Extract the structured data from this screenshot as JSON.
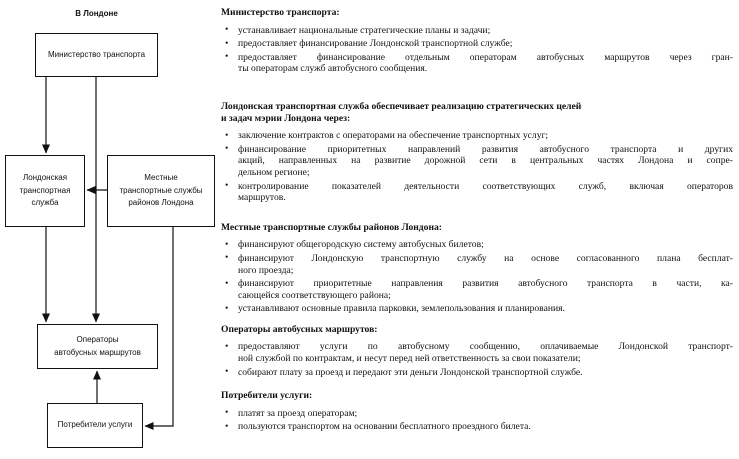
{
  "ui": {
    "bullet_char": "•"
  },
  "colors": {
    "ink": "#111111",
    "background": "#ffffff"
  },
  "diagram": {
    "title": "В Лондоне",
    "nodes": {
      "ministry": {
        "lines": [
          "Министерство транспорта"
        ]
      },
      "lts": {
        "lines": [
          "Лондонская",
          "транспортная",
          "служба"
        ]
      },
      "local": {
        "lines": [
          "Местные",
          "транспортные службы",
          "районов Лондона"
        ]
      },
      "operators": {
        "lines": [
          "Операторы",
          "автобусных маршрутов"
        ]
      },
      "consumers": {
        "lines": [
          "Потребители услуги"
        ]
      }
    }
  },
  "sections": [
    {
      "heading_lines": [
        "Министерство транспорта:"
      ],
      "bullets": [
        {
          "lines": [
            "устанавливает национальные стратегические планы и задачи;"
          ]
        },
        {
          "lines": [
            "предоставляет финансирование Лондонской транспортной службе;"
          ]
        },
        {
          "lines": [
            "предоставляет финансирование отдельным операторам автобусных маршрутов через гран-",
            "ты операторам служб автобусного сообщения."
          ]
        }
      ]
    },
    {
      "heading_lines": [
        "Лондонская транспортная служба обеспечивает реализацию стратегических целей",
        "и задач мэрии Лондона через:"
      ],
      "bullets": [
        {
          "lines": [
            "заключение контрактов с операторами на обеспечение транспортных услуг;"
          ]
        },
        {
          "lines": [
            "финансирование приоритетных направлений развития автобусного транспорта и других",
            "акций, направленных на развитие дорожной сети в центральных частях Лондона и сопре-",
            "дельном регионе;"
          ]
        },
        {
          "lines": [
            "контролирование показателей деятельности соответствующих служб, включая операторов",
            "маршрутов."
          ]
        }
      ]
    },
    {
      "heading_lines": [
        "Местные транспортные службы районов Лондона:"
      ],
      "bullets": [
        {
          "lines": [
            "финансируют общегородскую систему автобусных билетов;"
          ]
        },
        {
          "lines": [
            "финансируют Лондонскую транспортную службу на основе согласованного плана бесплат-",
            "ного проезда;"
          ]
        },
        {
          "lines": [
            "финансируют приоритетные направления развития автобусного транспорта в части, ка-",
            "сающейся соответствующего района;"
          ]
        },
        {
          "lines": [
            "устанавливают основные правила парковки, землепользования и планирования."
          ]
        }
      ]
    },
    {
      "heading_lines": [
        "Операторы автобусных маршрутов:"
      ],
      "bullets": [
        {
          "lines": [
            "предоставляют услуги по автобусному сообщению, оплачиваемые Лондонской транспорт-",
            "ной службой по контрактам, и несут перед ней ответственность за свои показатели;"
          ]
        },
        {
          "lines": [
            "собирают плату за проезд и передают эти деньги Лондонской транспортной службе."
          ]
        }
      ]
    },
    {
      "heading_lines": [
        "Потребители услуги:"
      ],
      "bullets": [
        {
          "lines": [
            "платят за проезд операторам;"
          ]
        },
        {
          "lines": [
            "пользуются транспортом на основании бесплатного проездного билета."
          ]
        }
      ]
    }
  ]
}
